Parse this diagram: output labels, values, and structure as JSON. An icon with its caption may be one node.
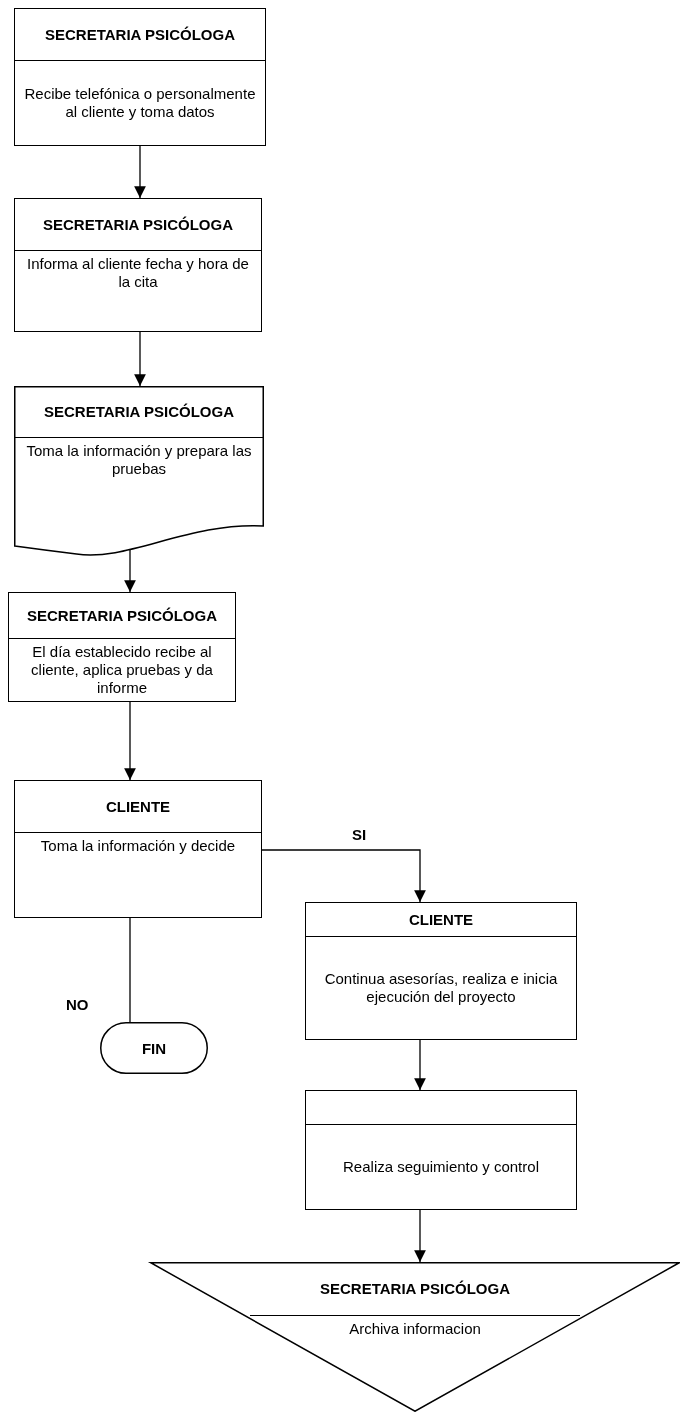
{
  "diagram": {
    "nodes": [
      {
        "text": [
          "SECRETARIA PSICÓLOGA",
          "Recibe telefónica o personalmente al cliente y toma datos"
        ]
      },
      {
        "text": [
          "SECRETARIA PSICÓLOGA",
          "Informa al cliente fecha y hora de la cita"
        ]
      },
      {
        "text": [
          "SECRETARIA PSICÓLOGA",
          "Toma la información y prepara las pruebas"
        ]
      },
      {
        "text": [
          "SECRETARIA PSICÓLOGA",
          "El día establecido recibe al cliente, aplica pruebas y da informe"
        ]
      },
      {
        "text": [
          "CLIENTE",
          "Toma la información y decide"
        ]
      },
      {
        "text": [
          "CLIENTE",
          "Continua asesorías, realiza e inicia ejecución del proyecto"
        ]
      },
      {
        "text": [
          "FIN"
        ]
      },
      {
        "text": [
          "Realiza seguimiento y control"
        ]
      },
      {
        "text": [
          "SECRETARIA PSICÓLOGA",
          "Archiva informacion"
        ]
      }
    ],
    "edges": [
      {
        "from": 0,
        "to": 1,
        "arrow": "to"
      },
      {
        "from": 1,
        "to": 2,
        "arrow": "to"
      },
      {
        "from": 2,
        "to": 3,
        "arrow": "to"
      },
      {
        "from": 3,
        "to": 4,
        "arrow": "to"
      },
      {
        "from": 4,
        "to": 5,
        "arrow": "to",
        "label": "SI"
      },
      {
        "from": 4,
        "to": 6,
        "arrow": "none",
        "label": "NO"
      },
      {
        "from": 5,
        "to": 7,
        "arrow": "to"
      },
      {
        "from": 7,
        "to": 8,
        "arrow": "to"
      }
    ]
  }
}
